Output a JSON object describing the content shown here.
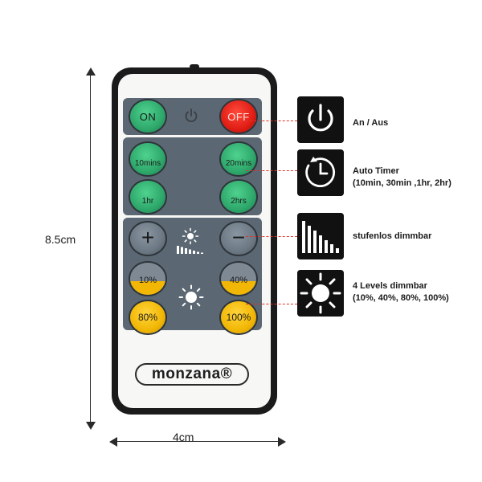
{
  "dimensions": {
    "height_label": "8.5cm",
    "width_label": "4cm"
  },
  "remote": {
    "brand": "monzana®",
    "buttons": {
      "on": "ON",
      "off": "OFF",
      "timer_10": "10mins",
      "timer_20": "20mins",
      "timer_1h": "1hr",
      "timer_2h": "2hrs",
      "plus": "+",
      "minus": "−",
      "pct_10": "10%",
      "pct_40": "40%",
      "pct_80": "80%",
      "pct_100": "100%"
    }
  },
  "legend": [
    {
      "icon": "power-icon",
      "lines": [
        "An / Aus"
      ]
    },
    {
      "icon": "clock-icon",
      "lines": [
        "Auto Timer",
        "(10min, 30min ,1hr, 2hr)"
      ]
    },
    {
      "icon": "dimmer-bars-icon",
      "lines": [
        "stufenlos dimmbar"
      ]
    },
    {
      "icon": "sun-icon",
      "lines": [
        "4 Levels dimmbar",
        "(10%, 40%, 80%, 100%)"
      ]
    }
  ],
  "colors": {
    "on_button": "#2ea86b",
    "off_button": "#e01d14",
    "level_button": "#f2b705",
    "panel": "#5b6772",
    "leader_line": "#e0332b"
  }
}
